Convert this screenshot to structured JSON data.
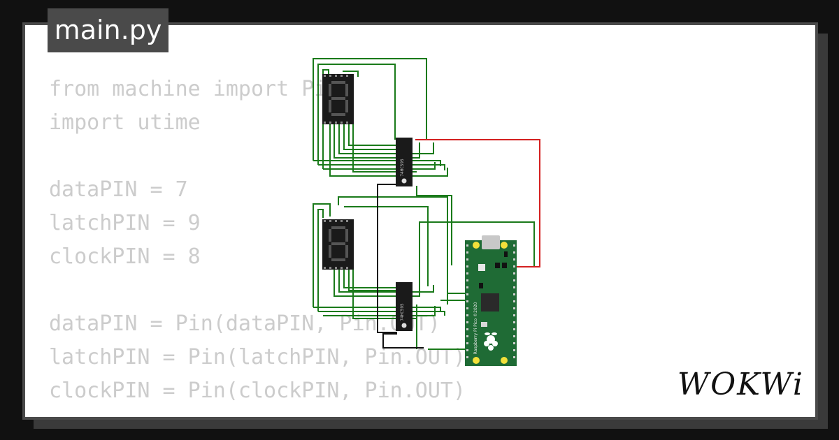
{
  "file_tab": {
    "label": "main.py"
  },
  "code_lines": [
    "from machine import Pin",
    "import utime",
    "",
    "dataPIN = 7",
    "latchPIN = 9",
    "clockPIN = 8",
    "",
    "dataPIN = Pin(dataPIN, Pin.OUT)",
    "latchPIN = Pin(latchPIN, Pin.OUT)",
    "clockPIN = Pin(clockPIN, Pin.OUT)"
  ],
  "circuit": {
    "shift_register_label": "74HC595",
    "board_label": "Raspberry Pi Pico ©2020",
    "colors": {
      "wire_signal": "#1a7a1a",
      "wire_power": "#d42020",
      "wire_ground": "#111111",
      "board": "#1f6b35"
    }
  },
  "brand": {
    "logo_text": "WOKWi"
  }
}
